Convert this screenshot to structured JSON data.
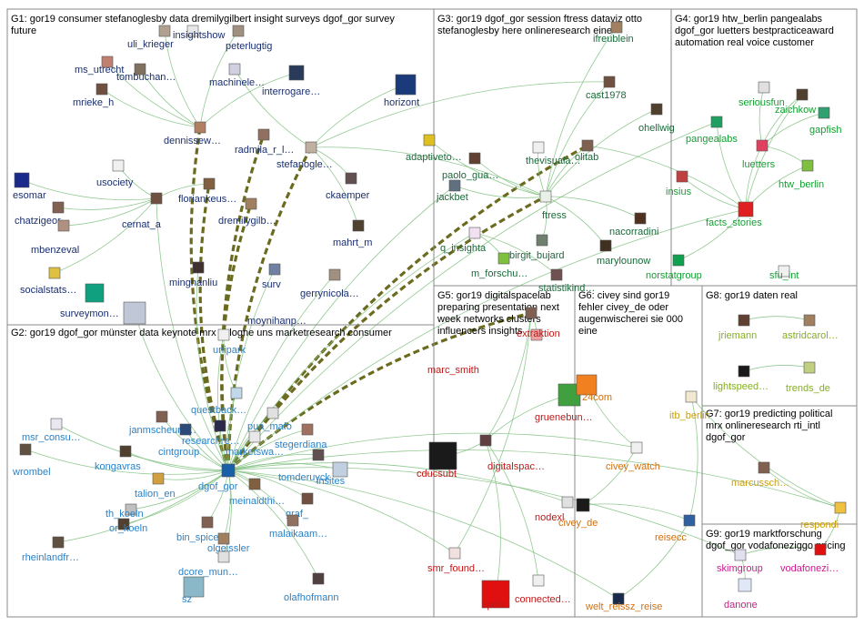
{
  "groups": [
    {
      "id": "G1",
      "lines": [
        "G1: gor19 consumer stefanoglesby data dremilygilbert insight surveys dgof_gor survey",
        "future"
      ]
    },
    {
      "id": "G2",
      "lines": [
        "G2: gor19 dgof_gor münster data keynote mrx cologne uns marketresearch consumer"
      ]
    },
    {
      "id": "G3",
      "lines": [
        "G3: gor19 dgof_gor session ftress dataviz otto",
        "stefanoglesby here onlineresearch eine"
      ]
    },
    {
      "id": "G4",
      "lines": [
        "G4: gor19 htw_berlin pangealabs",
        "dgof_gor luetters bestpracticeaward",
        "automation real voice customer"
      ]
    },
    {
      "id": "G5",
      "lines": [
        "G5: gor19 digitalspacelab",
        "preparing presentation next",
        "week networks clusters",
        "influencers insights"
      ]
    },
    {
      "id": "G6",
      "lines": [
        "G6: civey sind gor19",
        "fehler civey_de oder",
        "augenwischerei sie 000",
        "eine"
      ]
    },
    {
      "id": "G7",
      "lines": [
        "G7: gor19 predicting political",
        "mrx onlineresearch rti_intl",
        "dgof_gor"
      ]
    },
    {
      "id": "G8",
      "lines": [
        "G8: gor19 daten real"
      ]
    },
    {
      "id": "G9",
      "lines": [
        "G9: gor19 marktforschung",
        "dgof_gor vodafoneziggo pricing"
      ]
    }
  ],
  "colors": {
    "G1": "#1a2e6e",
    "G2": "#2a82c8",
    "G3": "#1a6a3a",
    "G4": "#14a032",
    "G5": "#c01818",
    "G6": "#d07010",
    "G7": "#c8a010",
    "G8": "#86b020",
    "G9": "#c81c8c",
    "edge": "#7fbf7f",
    "heavy": "#6b6b1f",
    "border": "#888888"
  },
  "nodes": [
    {
      "label": "uli_krieger",
      "g": "G1",
      "icon": "person-avatar",
      "avatar": "#b0a090"
    },
    {
      "label": "insightshow",
      "g": "G1",
      "icon": "logo-avatar",
      "avatar": "#e8e8e8"
    },
    {
      "label": "peterlugtig",
      "g": "G1",
      "icon": "person-avatar",
      "avatar": "#a09080"
    },
    {
      "label": "ms_utrecht",
      "g": "G1",
      "icon": "person-avatar",
      "avatar": "#c08070"
    },
    {
      "label": "tombuchan…",
      "g": "G1",
      "icon": "person-avatar",
      "avatar": "#807060"
    },
    {
      "label": "mrieke_h",
      "g": "G1",
      "icon": "person-avatar",
      "avatar": "#705040"
    },
    {
      "label": "machinele…",
      "g": "G1",
      "icon": "logo-avatar",
      "avatar": "#d0d0e0"
    },
    {
      "label": "interrogare…",
      "g": "G1",
      "icon": "logo-avatar",
      "avatar": "#2a3a5a"
    },
    {
      "label": "horizont",
      "g": "G1",
      "icon": "logo-avatar",
      "avatar": "#1a3a7a"
    },
    {
      "label": "dennissew…",
      "g": "G1",
      "icon": "person-avatar",
      "avatar": "#b08060"
    },
    {
      "label": "radmila_r_l…",
      "g": "G1",
      "icon": "person-avatar",
      "avatar": "#907060"
    },
    {
      "label": "stefanogle…",
      "g": "G1",
      "icon": "person-avatar",
      "avatar": "#c0b0a0"
    },
    {
      "label": "usociety",
      "g": "G1",
      "icon": "logo-avatar",
      "avatar": "#f0f0f0"
    },
    {
      "label": "esomar",
      "g": "G1",
      "icon": "logo-avatar",
      "avatar": "#1a2a8a"
    },
    {
      "label": "chatzigeor…",
      "g": "G1",
      "icon": "person-avatar",
      "avatar": "#806050"
    },
    {
      "label": "cernat_a",
      "g": "G1",
      "icon": "person-avatar",
      "avatar": "#705040"
    },
    {
      "label": "floriankeus…",
      "g": "G1",
      "icon": "person-avatar",
      "avatar": "#806040"
    },
    {
      "label": "dremilygilb…",
      "g": "G1",
      "icon": "person-avatar",
      "avatar": "#a08060"
    },
    {
      "label": "ckaemper",
      "g": "G1",
      "icon": "person-avatar",
      "avatar": "#605050"
    },
    {
      "label": "mbenzeval",
      "g": "G1",
      "icon": "person-avatar",
      "avatar": "#b09080"
    },
    {
      "label": "mahrt_m",
      "g": "G1",
      "icon": "person-avatar",
      "avatar": "#504030"
    },
    {
      "label": "socialstats…",
      "g": "G1",
      "icon": "logo-avatar",
      "avatar": "#e0c040"
    },
    {
      "label": "mingnanliu",
      "g": "G1",
      "icon": "person-avatar",
      "avatar": "#403030"
    },
    {
      "label": "surv",
      "g": "G1",
      "icon": "person-avatar",
      "avatar": "#7080a0"
    },
    {
      "label": "gerrynicola…",
      "g": "G1",
      "icon": "person-avatar",
      "avatar": "#a09080"
    },
    {
      "label": "surveymon…",
      "g": "G1",
      "icon": "logo-avatar",
      "avatar": "#10a080"
    },
    {
      "label": "moynihanp…",
      "g": "G1",
      "icon": "logo-avatar",
      "avatar": "#c0c8d8"
    },
    {
      "label": "unipark",
      "g": "G2",
      "icon": "logo-avatar",
      "avatar": "#f0f0f0"
    },
    {
      "label": "questback…",
      "g": "G2",
      "icon": "logo-avatar",
      "avatar": "#c0d8e8"
    },
    {
      "label": "msr_consu…",
      "g": "G2",
      "icon": "logo-avatar",
      "avatar": "#e8e8f0"
    },
    {
      "label": "janmscheure…",
      "g": "G2",
      "icon": "person-avatar",
      "avatar": "#806050"
    },
    {
      "label": "researchre…",
      "g": "G2",
      "icon": "logo-avatar",
      "avatar": "#2a2a4a"
    },
    {
      "label": "pua_mafo",
      "g": "G2",
      "icon": "logo-avatar",
      "avatar": "#e0e0e0"
    },
    {
      "label": "stegerdiana",
      "g": "G2",
      "icon": "person-avatar",
      "avatar": "#a07060"
    },
    {
      "label": "kongavras",
      "g": "G2",
      "icon": "person-avatar",
      "avatar": "#504030"
    },
    {
      "label": "cintgroup",
      "g": "G2",
      "icon": "logo-avatar",
      "avatar": "#2a4a7a"
    },
    {
      "label": "marketswa…",
      "g": "G2",
      "icon": "logo-avatar",
      "avatar": "#e8e8e8"
    },
    {
      "label": "wrombel",
      "g": "G2",
      "icon": "person-avatar",
      "avatar": "#605040"
    },
    {
      "label": "tomderuyck",
      "g": "G2",
      "icon": "person-avatar",
      "avatar": "#605050"
    },
    {
      "label": "insites",
      "g": "G2",
      "icon": "logo-avatar",
      "avatar": "#c0d0e0"
    },
    {
      "label": "dgof_gor",
      "g": "G2",
      "icon": "logo-avatar",
      "avatar": "#1a60a8"
    },
    {
      "label": "talion_en",
      "g": "G2",
      "icon": "logo-avatar",
      "avatar": "#d0a040"
    },
    {
      "label": "meinaldthi…",
      "g": "G2",
      "icon": "person-avatar",
      "avatar": "#806040"
    },
    {
      "label": "th_koeln",
      "g": "G2",
      "icon": "logo-avatar",
      "avatar": "#c0c0c0"
    },
    {
      "label": "graf_",
      "g": "G2",
      "icon": "person-avatar",
      "avatar": "#705040"
    },
    {
      "label": "or_koeln",
      "g": "G2",
      "icon": "person-avatar",
      "avatar": "#504030"
    },
    {
      "label": "bin_spicer",
      "g": "G2",
      "icon": "person-avatar",
      "avatar": "#806050"
    },
    {
      "label": "malaikaam…",
      "g": "G2",
      "icon": "person-avatar",
      "avatar": "#907060"
    },
    {
      "label": "olgeissler",
      "g": "G2",
      "icon": "person-avatar",
      "avatar": "#a08060"
    },
    {
      "label": "rheinlandfr…",
      "g": "G2",
      "icon": "person-avatar",
      "avatar": "#605040"
    },
    {
      "label": "dcore_mun…",
      "g": "G2",
      "icon": "logo-avatar",
      "avatar": "#e0e0e0"
    },
    {
      "label": "sz",
      "g": "G2",
      "icon": "logo-avatar",
      "avatar": "#8ab8c8"
    },
    {
      "label": "olafhofmann",
      "g": "G2",
      "icon": "person-avatar",
      "avatar": "#504040"
    },
    {
      "label": "ifreublein",
      "g": "G3",
      "icon": "person-avatar",
      "avatar": "#a08060"
    },
    {
      "label": "cast1978",
      "g": "G3",
      "icon": "person-avatar",
      "avatar": "#705040"
    },
    {
      "label": "ohellwig",
      "g": "G3",
      "icon": "person-avatar",
      "avatar": "#504030"
    },
    {
      "label": "adaptiveto…",
      "g": "G3",
      "icon": "logo-avatar",
      "avatar": "#e0c020"
    },
    {
      "label": "thevisuala…",
      "g": "G3",
      "icon": "logo-avatar",
      "avatar": "#f0f0f0"
    },
    {
      "label": "olitab",
      "g": "G3",
      "icon": "person-avatar",
      "avatar": "#806050"
    },
    {
      "label": "paolo_gua…",
      "g": "G3",
      "icon": "person-avatar",
      "avatar": "#604030"
    },
    {
      "label": "jackbet",
      "g": "G3",
      "icon": "person-avatar",
      "avatar": "#607080"
    },
    {
      "label": "ftress",
      "g": "G3",
      "icon": "logo-avatar",
      "avatar": "#e8f0e8"
    },
    {
      "label": "nacorradini",
      "g": "G3",
      "icon": "person-avatar",
      "avatar": "#503020"
    },
    {
      "label": "q_insighta",
      "g": "G3",
      "icon": "logo-avatar",
      "avatar": "#f0e0f0"
    },
    {
      "label": "birgit_bujard",
      "g": "G3",
      "icon": "person-avatar",
      "avatar": "#708070"
    },
    {
      "label": "marylounow",
      "g": "G3",
      "icon": "person-avatar",
      "avatar": "#403020"
    },
    {
      "label": "m_forschu…",
      "g": "G3",
      "icon": "logo-avatar",
      "avatar": "#80c040"
    },
    {
      "label": "statistikind…",
      "g": "G3",
      "icon": "person-avatar",
      "avatar": "#705050"
    },
    {
      "label": "seriousfun",
      "g": "G4",
      "icon": "logo-avatar",
      "avatar": "#e0e0e0"
    },
    {
      "label": "zaichkow",
      "g": "G4",
      "icon": "person-avatar",
      "avatar": "#504030"
    },
    {
      "label": "pangealabs",
      "g": "G4",
      "icon": "logo-avatar",
      "avatar": "#20a060"
    },
    {
      "label": "gapfish",
      "g": "G4",
      "icon": "logo-avatar",
      "avatar": "#30a070"
    },
    {
      "label": "luetters",
      "g": "G4",
      "icon": "logo-avatar",
      "avatar": "#e04060"
    },
    {
      "label": "insius",
      "g": "G4",
      "icon": "logo-avatar",
      "avatar": "#c04040"
    },
    {
      "label": "htw_berlin",
      "g": "G4",
      "icon": "logo-avatar",
      "avatar": "#80c040"
    },
    {
      "label": "facts_stories",
      "g": "G4",
      "icon": "logo-avatar",
      "avatar": "#e02020"
    },
    {
      "label": "norstatgroup",
      "g": "G4",
      "icon": "logo-avatar",
      "avatar": "#10a050"
    },
    {
      "label": "sfu_int",
      "g": "G4",
      "icon": "logo-avatar",
      "avatar": "#f0f0f0"
    },
    {
      "label": "marc_smith",
      "g": "G5",
      "icon": "person-avatar",
      "avatar": "#806050"
    },
    {
      "label": "extraktion",
      "g": "G5",
      "icon": "logo-avatar",
      "avatar": "#f0a0a0"
    },
    {
      "label": "gruenebun…",
      "g": "G5",
      "icon": "logo-avatar",
      "avatar": "#40a040"
    },
    {
      "label": "cducsubt",
      "g": "G5",
      "icon": "logo-avatar",
      "avatar": "#1a1a1a"
    },
    {
      "label": "digitalspac…",
      "g": "G5",
      "icon": "person-avatar",
      "avatar": "#604040"
    },
    {
      "label": "nodexl",
      "g": "G5",
      "icon": "logo-avatar",
      "avatar": "#e0e0e0"
    },
    {
      "label": "smr_found…",
      "g": "G5",
      "icon": "logo-avatar",
      "avatar": "#f0e0e0"
    },
    {
      "label": "spdbt",
      "g": "G5",
      "icon": "logo-avatar",
      "avatar": "#e01010"
    },
    {
      "label": "connected…",
      "g": "G5",
      "icon": "logo-avatar",
      "avatar": "#f0f0f0"
    },
    {
      "label": "24com",
      "g": "G6",
      "icon": "logo-avatar",
      "avatar": "#f08020"
    },
    {
      "label": "civey_watch",
      "g": "G6",
      "icon": "logo-avatar",
      "avatar": "#f0f0f0"
    },
    {
      "label": "civey_de",
      "g": "G6",
      "icon": "logo-avatar",
      "avatar": "#1a1a1a"
    },
    {
      "label": "reisecc",
      "g": "G6",
      "icon": "logo-avatar",
      "avatar": "#3060a0"
    },
    {
      "label": "welt_reissz_reise",
      "g": "G6",
      "icon": "logo-avatar",
      "avatar": "#1a2a4a"
    },
    {
      "label": "itb_berlin",
      "g": "G7",
      "icon": "logo-avatar",
      "avatar": "#f0e8d0"
    },
    {
      "label": "marcussch…",
      "g": "G7",
      "icon": "person-avatar",
      "avatar": "#806050"
    },
    {
      "label": "respondi",
      "g": "G7",
      "icon": "logo-avatar",
      "avatar": "#f0c040"
    },
    {
      "label": "jriemann",
      "g": "G8",
      "icon": "person-avatar",
      "avatar": "#604030"
    },
    {
      "label": "astridcarol…",
      "g": "G8",
      "icon": "person-avatar",
      "avatar": "#a08060"
    },
    {
      "label": "lightspeed…",
      "g": "G8",
      "icon": "logo-avatar",
      "avatar": "#1a1a1a"
    },
    {
      "label": "trends_de",
      "g": "G8",
      "icon": "logo-avatar",
      "avatar": "#c0d080"
    },
    {
      "label": "skimgroup",
      "g": "G9",
      "icon": "logo-avatar",
      "avatar": "#e0e0f0"
    },
    {
      "label": "vodafonezi…",
      "g": "G9",
      "icon": "logo-avatar",
      "avatar": "#e01010"
    },
    {
      "label": "danone",
      "g": "G9",
      "icon": "logo-avatar",
      "avatar": "#e0e8f8"
    }
  ],
  "edges": [
    [
      "dgof_gor",
      "dennissew…",
      1
    ],
    [
      "dgof_gor",
      "stefanogle…",
      1
    ],
    [
      "dgof_gor",
      "radmila_r_l…",
      1
    ],
    [
      "dgof_gor",
      "floriankeus…",
      1
    ],
    [
      "dgof_gor",
      "dremilygilb…",
      1
    ],
    [
      "dgof_gor",
      "ftress",
      1
    ],
    [
      "dgof_gor",
      "olitab",
      1
    ],
    [
      "dgof_gor",
      "marc_smith",
      1
    ],
    [
      "dgof_gor",
      "civey_watch",
      0
    ],
    [
      "dgof_gor",
      "questback…",
      0
    ],
    [
      "dgof_gor",
      "cintgroup",
      0
    ],
    [
      "dgof_gor",
      "tomderuyck",
      0
    ],
    [
      "dgof_gor",
      "insites",
      0
    ],
    [
      "dgof_gor",
      "graf_",
      0
    ],
    [
      "dgof_gor",
      "janmscheure…",
      0
    ],
    [
      "dgof_gor",
      "marketswa…",
      0
    ],
    [
      "dgof_gor",
      "researchre…",
      0
    ],
    [
      "dgof_gor",
      "meinaldthi…",
      0
    ],
    [
      "dgof_gor",
      "th_koeln",
      0
    ],
    [
      "dgof_gor",
      "or_koeln",
      0
    ],
    [
      "dgof_gor",
      "olgeissler",
      0
    ],
    [
      "dgof_gor",
      "malaikaam…",
      0
    ],
    [
      "dgof_gor",
      "bin_spicer",
      0
    ],
    [
      "dgof_gor",
      "talion_en",
      0
    ],
    [
      "dgof_gor",
      "kongavras",
      0
    ],
    [
      "dgof_gor",
      "wrombel",
      0
    ],
    [
      "dgof_gor",
      "msr_consu…",
      0
    ],
    [
      "dgof_gor",
      "stegerdiana",
      0
    ],
    [
      "dgof_gor",
      "pua_mafo",
      0
    ],
    [
      "dgof_gor",
      "unipark",
      0
    ],
    [
      "dgof_gor",
      "facts_stories",
      0
    ],
    [
      "dgof_gor",
      "pangealabs",
      0
    ],
    [
      "dgof_gor",
      "q_insighta",
      0
    ],
    [
      "dgof_gor",
      "nodexl",
      0
    ],
    [
      "dgof_gor",
      "smr_found…",
      0
    ],
    [
      "dgof_gor",
      "respondi",
      0
    ],
    [
      "dgof_gor",
      "skimgroup",
      0
    ],
    [
      "dgof_gor",
      "welt_reissz_reise",
      0
    ],
    [
      "dgof_gor",
      "jackbet",
      0
    ],
    [
      "dgof_gor",
      "mingnanliu",
      0
    ],
    [
      "dgof_gor",
      "surv",
      0
    ],
    [
      "dgof_gor",
      "gerrynicola…",
      0
    ],
    [
      "dgof_gor",
      "moynihanp…",
      0
    ],
    [
      "dgof_gor",
      "cernat_a",
      0
    ],
    [
      "dgof_gor",
      "olafhofmann",
      0
    ],
    [
      "dgof_gor",
      "dcore_mun…",
      0
    ],
    [
      "dgof_gor",
      "rheinlandfr…",
      0
    ],
    [
      "stefanogle…",
      "machinele…",
      0
    ],
    [
      "stefanogle…",
      "horizont",
      0
    ],
    [
      "stefanogle…",
      "ftress",
      0
    ],
    [
      "stefanogle…",
      "ckaemper",
      0
    ],
    [
      "stefanogle…",
      "mahrt_m",
      0
    ],
    [
      "stefanogle…",
      "cast1978",
      0
    ],
    [
      "dennissew…",
      "tombuchan…",
      0
    ],
    [
      "dennissew…",
      "ms_utrecht",
      0
    ],
    [
      "dennissew…",
      "uli_krieger",
      0
    ],
    [
      "dennissew…",
      "interrogare…",
      0
    ],
    [
      "dennissew…",
      "peterlugtig",
      0
    ],
    [
      "dennissew…",
      "mrieke_h",
      0
    ],
    [
      "cernat_a",
      "usociety",
      0
    ],
    [
      "cernat_a",
      "esomar",
      0
    ],
    [
      "cernat_a",
      "chatzigeor…",
      0
    ],
    [
      "cernat_a",
      "mbenzeval",
      0
    ],
    [
      "cernat_a",
      "socialstats…",
      0
    ],
    [
      "cernat_a",
      "floriankeus…",
      0
    ],
    [
      "ftress",
      "olitab",
      0
    ],
    [
      "ftress",
      "thevisuala…",
      0
    ],
    [
      "ftress",
      "paolo_gua…",
      0
    ],
    [
      "ftress",
      "jackbet",
      0
    ],
    [
      "ftress",
      "nacorradini",
      0
    ],
    [
      "ftress",
      "birgit_bujard",
      0
    ],
    [
      "ftress",
      "marylounow",
      0
    ],
    [
      "ftress",
      "adaptiveto…",
      0
    ],
    [
      "ftress",
      "cast1978",
      0
    ],
    [
      "ftress",
      "ohellwig",
      0
    ],
    [
      "ftress",
      "ifreublein",
      0
    ],
    [
      "olitab",
      "facts_stories",
      0
    ],
    [
      "facts_stories",
      "luetters",
      0
    ],
    [
      "facts_stories",
      "pangealabs",
      0
    ],
    [
      "facts_stories",
      "insius",
      0
    ],
    [
      "facts_stories",
      "norstatgroup",
      0
    ],
    [
      "facts_stories",
      "htw_berlin",
      0
    ],
    [
      "facts_stories",
      "zaichkow",
      0
    ],
    [
      "luetters",
      "seriousfun",
      0
    ],
    [
      "luetters",
      "gapfish",
      0
    ],
    [
      "luetters",
      "zaichkow",
      0
    ],
    [
      "luetters",
      "htw_berlin",
      0
    ],
    [
      "marc_smith",
      "extraktion",
      0
    ],
    [
      "marc_smith",
      "digitalspac…",
      0
    ],
    [
      "marc_smith",
      "smr_found…",
      0
    ],
    [
      "digitalspac…",
      "cducsubt",
      0
    ],
    [
      "digitalspac…",
      "spdbt",
      0
    ],
    [
      "digitalspac…",
      "gruenebun…",
      0
    ],
    [
      "digitalspac…",
      "connected…",
      0
    ],
    [
      "civey_watch",
      "civey_de",
      0
    ],
    [
      "civey_watch",
      "24com",
      0
    ],
    [
      "civey_de",
      "reisecc",
      0
    ],
    [
      "reisecc",
      "welt_reissz_reise",
      0
    ],
    [
      "itb_berlin",
      "reisecc",
      0
    ],
    [
      "respondi",
      "marcussch…",
      0
    ],
    [
      "respondi",
      "itb_berlin",
      0
    ],
    [
      "respondi",
      "vodafonezi…",
      0
    ],
    [
      "jriemann",
      "astridcarol…",
      0
    ],
    [
      "lightspeed…",
      "trends_de",
      0
    ],
    [
      "skimgroup",
      "vodafonezi…",
      0
    ],
    [
      "skimgroup",
      "danone",
      0
    ],
    [
      "q_insighta",
      "m_forschu…",
      0
    ],
    [
      "q_insighta",
      "statistikind…",
      0
    ],
    [
      "questback…",
      "unipark",
      0
    ]
  ]
}
